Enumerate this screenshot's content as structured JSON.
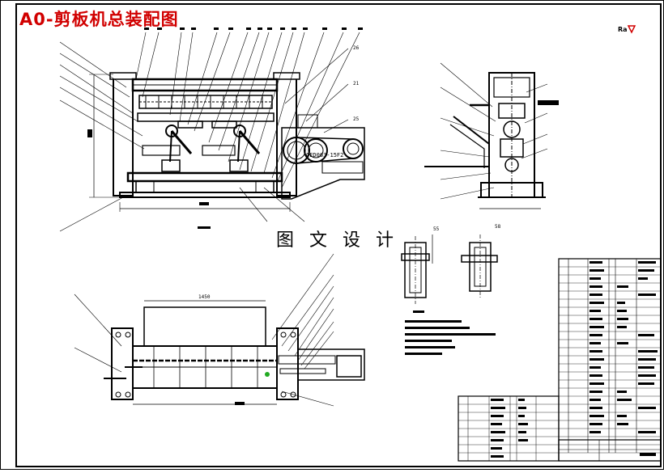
{
  "title": "A0-剪板机总装配图",
  "watermark": "图 文 设 计",
  "motor_label": "QED063-15F2",
  "dimensions": {
    "top_width": "1450",
    "part_a": "26",
    "part_b": "21",
    "part_c": "25",
    "detail_1": "55",
    "detail_2": "58"
  },
  "stamp_label": "Ra",
  "colors": {
    "title": "#d10000",
    "line": "#000000",
    "marker": "#22aa22"
  }
}
